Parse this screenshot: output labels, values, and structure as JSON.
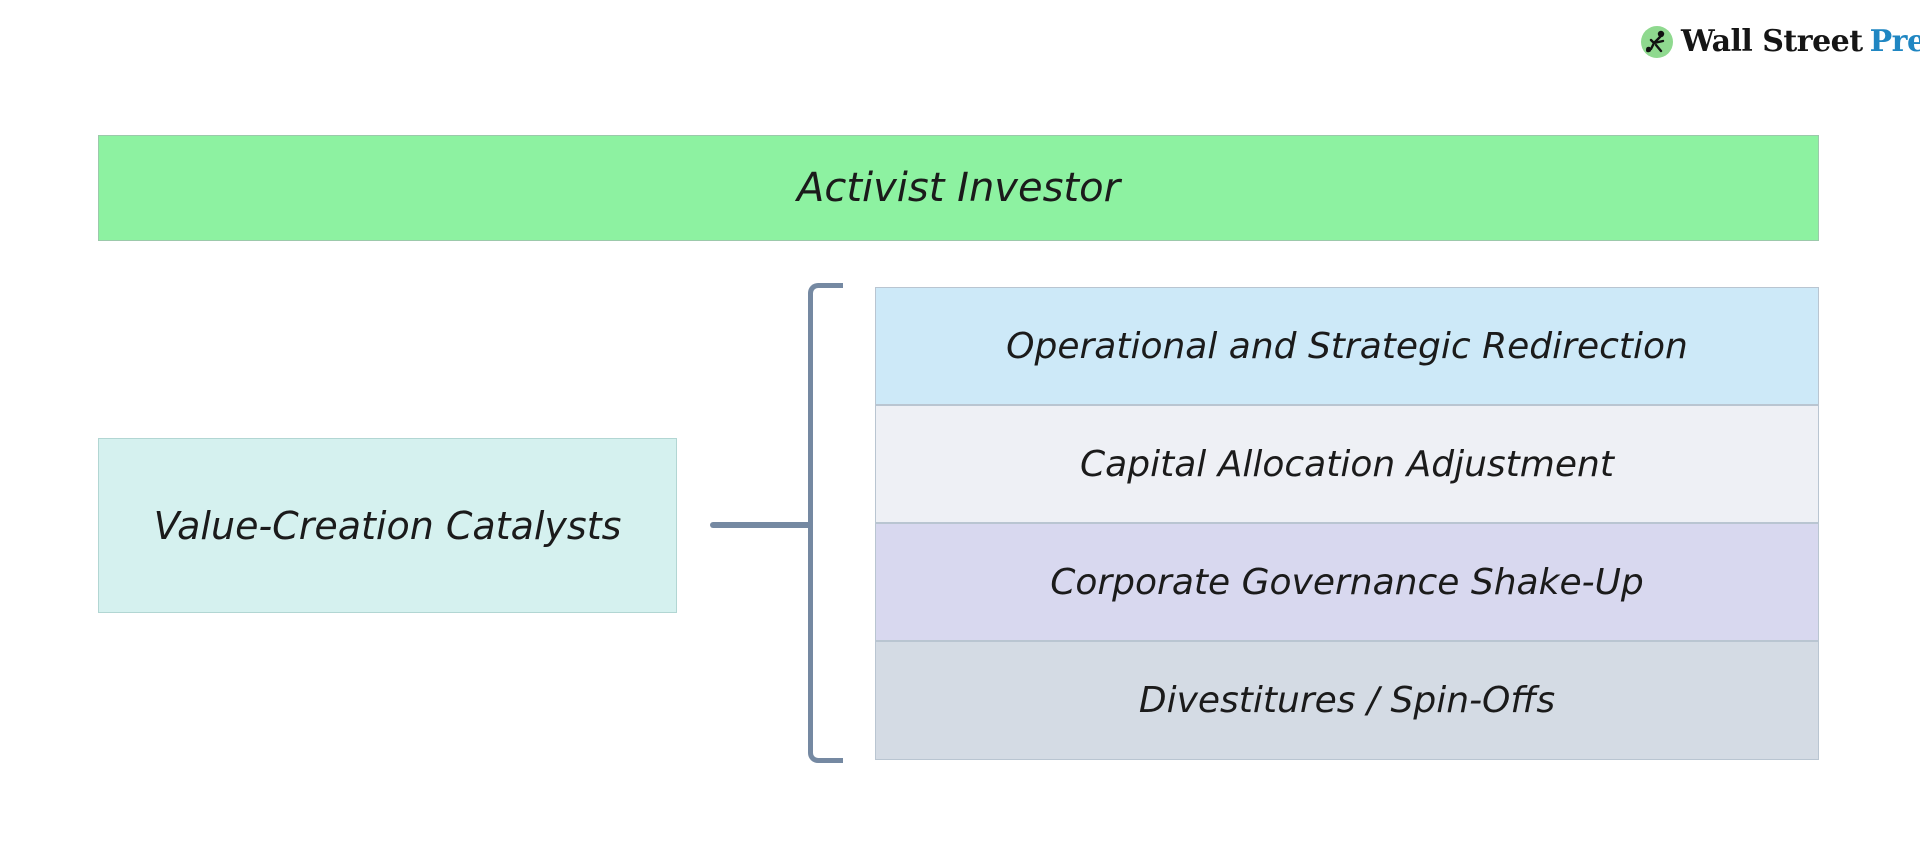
{
  "logo": {
    "brand_first": "Wall Street",
    "brand_second": "Prep",
    "icon": "runner-icon",
    "circle_color": "#8fd98f",
    "brand_first_color": "#151515",
    "brand_second_color": "#1f86c2"
  },
  "diagram": {
    "root": {
      "label": "Activist Investor",
      "bg": "#8DF2A1"
    },
    "group": {
      "label": "Value-Creation Catalysts",
      "bg": "#D5F1EF"
    },
    "items": [
      {
        "label": "Operational and Strategic Redirection",
        "bg": "#CDE9F8"
      },
      {
        "label": "Capital Allocation Adjustment",
        "bg": "#EEF0F5"
      },
      {
        "label": "Corporate Governance Shake-Up",
        "bg": "#D8D8EF"
      },
      {
        "label": "Divestitures / Spin-Offs",
        "bg": "#D4DBE4"
      }
    ],
    "connector_color": "#7589A2"
  }
}
